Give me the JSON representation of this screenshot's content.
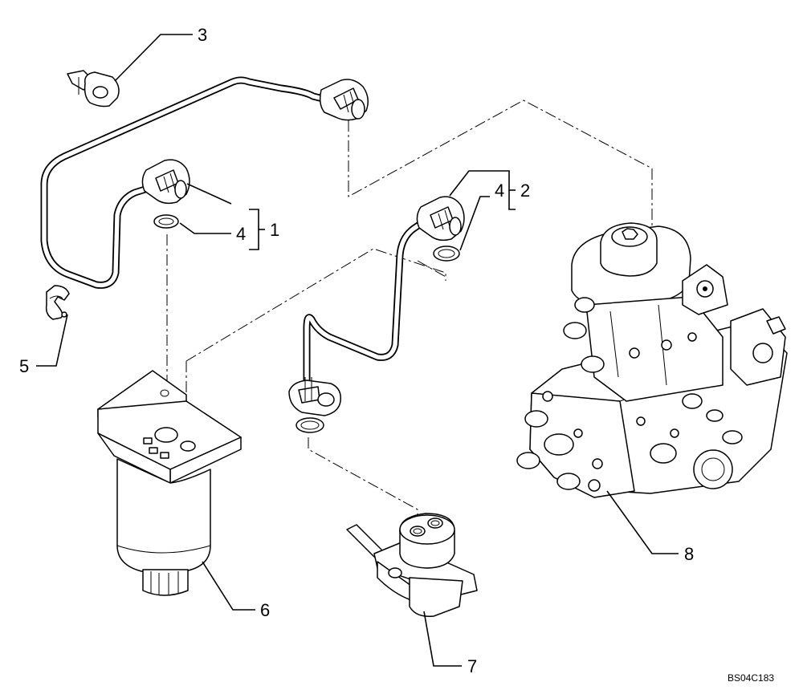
{
  "callouts": {
    "c1": "1",
    "c2": "2",
    "c3": "3",
    "c4a": "4",
    "c4b": "4",
    "c5": "5",
    "c6": "6",
    "c7": "7",
    "c8": "8"
  },
  "drawing_code": "BS04C183",
  "parts": [
    "fuel-pipe",
    "fuel-pipe",
    "clip",
    "sealing-washer",
    "clip",
    "fuel-filter",
    "feed-pump",
    "injection-pump"
  ]
}
